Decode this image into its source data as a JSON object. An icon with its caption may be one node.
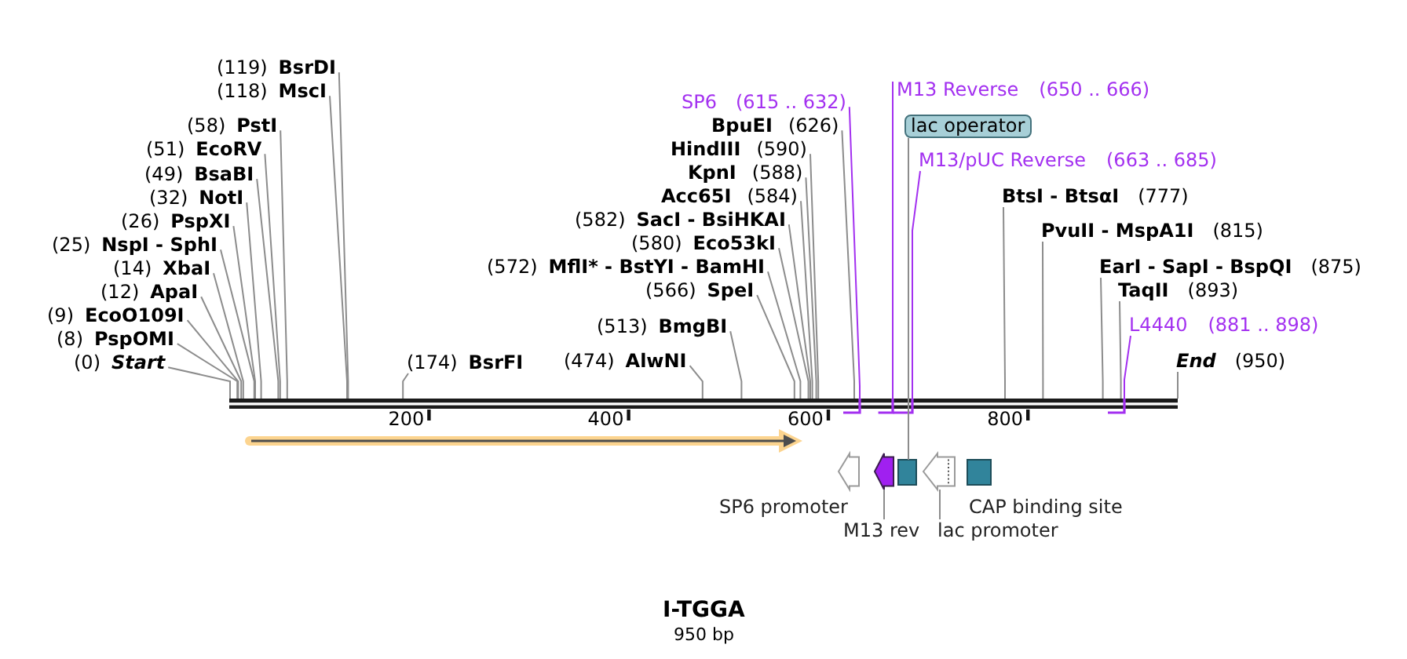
{
  "diagram": {
    "title": "I-TGGA",
    "caption": "950 bp",
    "nodes": [
      {
        "text": [
          "(119)",
          "BsrDI"
        ]
      },
      {
        "text": [
          "(118)",
          "MscI"
        ]
      },
      {
        "text": [
          "(58)",
          "PstI"
        ]
      },
      {
        "text": [
          "(51)",
          "EcoRV"
        ]
      },
      {
        "text": [
          "(49)",
          "BsaBI"
        ]
      },
      {
        "text": [
          "(32)",
          "NotI"
        ]
      },
      {
        "text": [
          "(26)",
          "PspXI"
        ]
      },
      {
        "text": [
          "(25)",
          "NspI - SphI"
        ]
      },
      {
        "text": [
          "(14)",
          "XbaI"
        ]
      },
      {
        "text": [
          "(12)",
          "ApaI"
        ]
      },
      {
        "text": [
          "(9)",
          "EcoO109I"
        ]
      },
      {
        "text": [
          "(8)",
          "PspOMI"
        ]
      },
      {
        "text": [
          "(0)",
          "Start"
        ]
      },
      {
        "text": [
          "(174)",
          "BsrFI"
        ]
      },
      {
        "text": [
          "(582)",
          "SacI - BsiHKAI"
        ]
      },
      {
        "text": [
          "(580)",
          "Eco53kI"
        ]
      },
      {
        "text": [
          "(572)",
          "MflI* - BstYI - BamHI"
        ]
      },
      {
        "text": [
          "(566)",
          "SpeI"
        ]
      },
      {
        "text": [
          "(513)",
          "BmgBI"
        ]
      },
      {
        "text": [
          "(474)",
          "AlwNI"
        ]
      },
      {
        "text": [
          "Acc65I",
          "(584)"
        ]
      },
      {
        "text": [
          "KpnI",
          "(588)"
        ]
      },
      {
        "text": [
          "HindIII",
          "(590)"
        ]
      },
      {
        "text": [
          "BpuEI",
          "(626)"
        ]
      },
      {
        "text": [
          "SP6",
          "(615 .. 632)"
        ]
      },
      {
        "text": [
          "M13 Reverse",
          "(650 .. 666)"
        ]
      },
      {
        "text": [
          "lac operator"
        ]
      },
      {
        "text": [
          "M13/pUC Reverse",
          "(663 .. 685)"
        ]
      },
      {
        "text": [
          "BtsI - BtsαI",
          "(777)"
        ]
      },
      {
        "text": [
          "PvuII - MspA1I",
          "(815)"
        ]
      },
      {
        "text": [
          "EarI - SapI - BspQI",
          "(875)"
        ]
      },
      {
        "text": [
          "TaqII",
          "(893)"
        ]
      },
      {
        "text": [
          "L4440",
          "(881 .. 898)"
        ]
      },
      {
        "text": [
          "End",
          "(950)"
        ]
      },
      {
        "text": [],
        "shape": "bar"
      },
      {
        "text": [],
        "shape": "bracket"
      },
      {
        "text": [],
        "shape": "bracket"
      },
      {
        "text": [],
        "shape": "bracket"
      },
      {
        "text": [],
        "shape": "bracket"
      },
      {
        "text": [],
        "shape": "pentagon",
        "beside": [
          "SP6 promoter"
        ]
      },
      {
        "text": [],
        "shape": "pentagon"
      },
      {
        "text": [],
        "shape": "box"
      },
      {
        "text": [],
        "shape": "pentagon"
      },
      {
        "text": [],
        "shape": "box",
        "beside": [
          "CAP binding site"
        ]
      },
      {
        "text": [
          "M13 rev"
        ]
      },
      {
        "text": [
          "lac promoter"
        ]
      }
    ],
    "edges": [
      {
        "from": 0,
        "to": 34,
        "arrow": "none"
      },
      {
        "from": 1,
        "to": 34,
        "arrow": "none"
      },
      {
        "from": 2,
        "to": 34,
        "arrow": "none"
      },
      {
        "from": 3,
        "to": 34,
        "arrow": "none"
      },
      {
        "from": 4,
        "to": 34,
        "arrow": "none"
      },
      {
        "from": 5,
        "to": 34,
        "arrow": "none"
      },
      {
        "from": 6,
        "to": 34,
        "arrow": "none"
      },
      {
        "from": 7,
        "to": 34,
        "arrow": "none"
      },
      {
        "from": 8,
        "to": 34,
        "arrow": "none"
      },
      {
        "from": 9,
        "to": 34,
        "arrow": "none"
      },
      {
        "from": 10,
        "to": 34,
        "arrow": "none"
      },
      {
        "from": 11,
        "to": 34,
        "arrow": "none"
      },
      {
        "from": 12,
        "to": 34,
        "arrow": "none"
      },
      {
        "from": 13,
        "to": 34,
        "arrow": "none"
      },
      {
        "from": 14,
        "to": 34,
        "arrow": "none"
      },
      {
        "from": 15,
        "to": 34,
        "arrow": "none"
      },
      {
        "from": 16,
        "to": 34,
        "arrow": "none"
      },
      {
        "from": 17,
        "to": 34,
        "arrow": "none"
      },
      {
        "from": 18,
        "to": 34,
        "arrow": "none"
      },
      {
        "from": 19,
        "to": 34,
        "arrow": "none"
      },
      {
        "from": 20,
        "to": 34,
        "arrow": "none"
      },
      {
        "from": 21,
        "to": 34,
        "arrow": "none"
      },
      {
        "from": 22,
        "to": 34,
        "arrow": "none"
      },
      {
        "from": 23,
        "to": 34,
        "arrow": "none"
      },
      {
        "from": 24,
        "to": 35,
        "arrow": "none",
        "color": "#a330f0"
      },
      {
        "from": 25,
        "to": 36,
        "arrow": "none",
        "color": "#a330f0"
      },
      {
        "from": 26,
        "to": 41,
        "arrow": "none"
      },
      {
        "from": 27,
        "to": 37,
        "arrow": "none",
        "color": "#a330f0"
      },
      {
        "from": 28,
        "to": 34,
        "arrow": "none"
      },
      {
        "from": 29,
        "to": 34,
        "arrow": "none"
      },
      {
        "from": 30,
        "to": 34,
        "arrow": "none"
      },
      {
        "from": 31,
        "to": 34,
        "arrow": "none"
      },
      {
        "from": 32,
        "to": 38,
        "arrow": "none",
        "color": "#a330f0"
      },
      {
        "from": 33,
        "to": 34,
        "arrow": "none"
      },
      {
        "from": 44,
        "to": 40,
        "arrow": "none"
      },
      {
        "from": 45,
        "to": 42,
        "arrow": "none"
      }
    ],
    "labels": [
      "200",
      "400",
      "600",
      "800"
    ]
  }
}
